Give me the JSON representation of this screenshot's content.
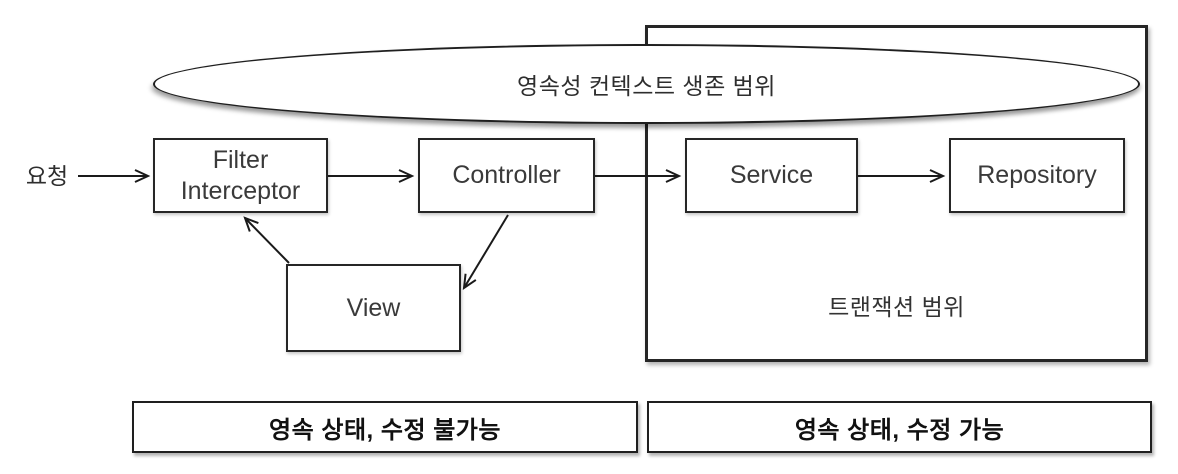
{
  "diagram": {
    "request_label": "요청",
    "persistence_scope_label": "영속성 컨텍스트 생존 범위",
    "transaction_scope_label": "트랜잭션 범위",
    "nodes": {
      "filter_interceptor": {
        "line1": "Filter",
        "line2": "Interceptor"
      },
      "controller": "Controller",
      "service": "Service",
      "repository": "Repository",
      "view": "View"
    },
    "footer": {
      "left": "영속 상태, 수정 불가능",
      "right": "영속 상태, 수정 가능"
    },
    "colors": {
      "background": "#ffffff",
      "border": "#262626",
      "text": "#2b2b2b"
    }
  }
}
